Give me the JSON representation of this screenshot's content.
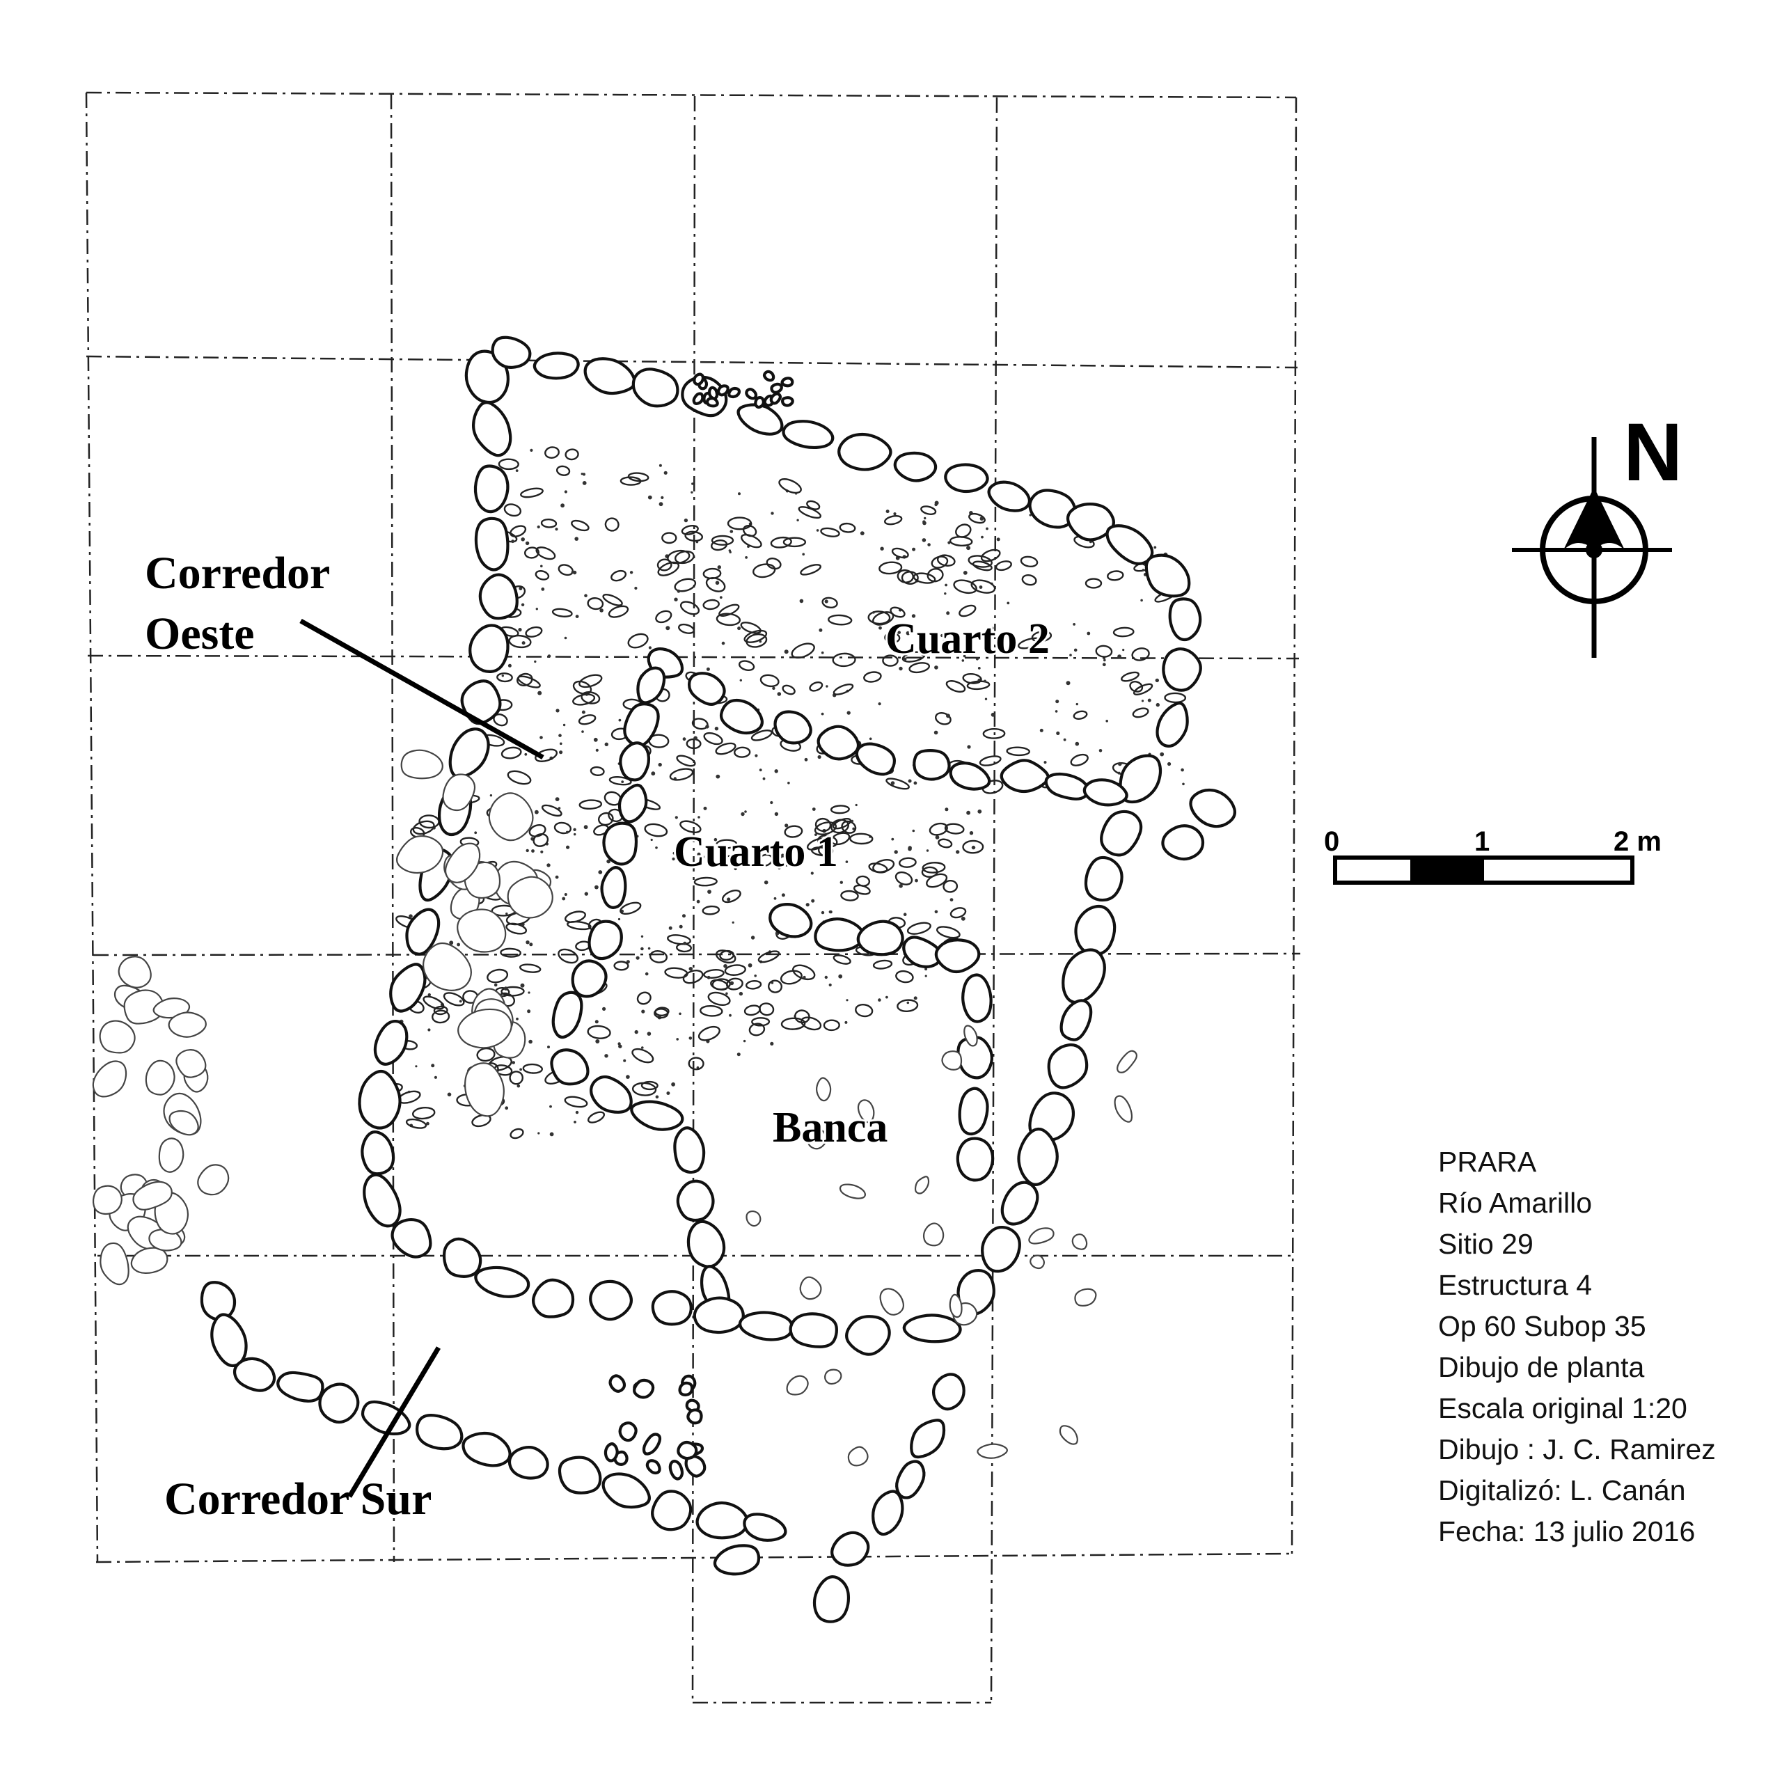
{
  "labels": {
    "corredor_oeste_line1": "Corredor",
    "corredor_oeste_line2": "Oeste",
    "corredor_sur": "Corredor Sur",
    "cuarto_1": "Cuarto 1",
    "cuarto_2": "Cuarto 2",
    "banca": "Banca"
  },
  "north_arrow": {
    "letter": "N",
    "icon": "north-arrow-icon"
  },
  "scale_bar": {
    "ticks": [
      "0",
      "1",
      "2 m"
    ]
  },
  "info_block": [
    "PRARA",
    "Río Amarillo",
    "Sitio 29",
    "Estructura 4",
    "Op 60 Subop 35",
    "Dibujo de planta",
    "Escala original 1:20",
    "Dibujo : J. C. Ramirez",
    "Digitalizó: L. Canán",
    "Fecha: 13 julio 2016"
  ],
  "colors": {
    "ink": "#000000",
    "paper": "#ffffff"
  }
}
